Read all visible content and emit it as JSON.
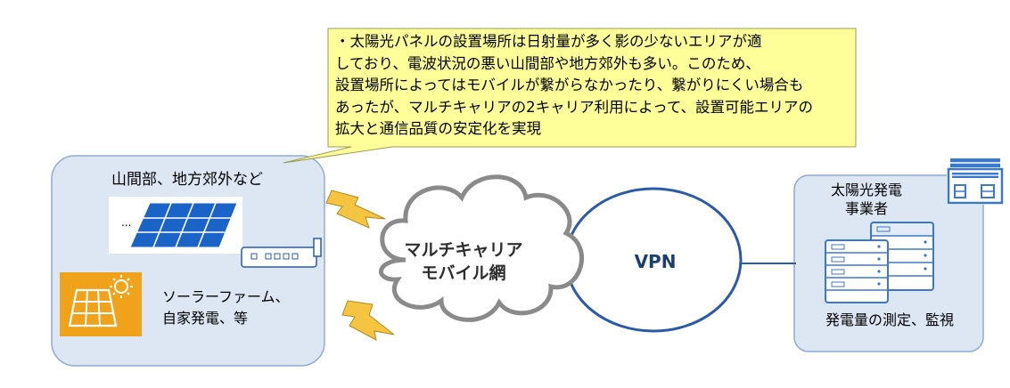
{
  "callout": {
    "lines": [
      "・太陽光パネルの設置場所は日射量が多く影の少ないエリアが適",
      "しており、電波状況の悪い山間部や地方郊外も多い。このため、",
      "設置場所によってはモバイルが繋がらなかったり、繋がりにくい場合も",
      "あったが、マルチキャリアの2キャリア利用によって、設置可能エリアの",
      "拡大と通信品質の安定化を実現"
    ]
  },
  "site": {
    "title": "山間部、地方郊外など",
    "dots": "...",
    "solar_label_line1": "ソーラーファーム、",
    "solar_label_line2": "自家発電、等"
  },
  "network": {
    "cloud_line1": "マルチキャリア",
    "cloud_line2": "モバイル網",
    "vpn": "VPN"
  },
  "operator": {
    "title_line1": "太陽光発電",
    "title_line2": "事業者",
    "caption": "発電量の測定、監視"
  },
  "colors": {
    "box_fill": "#dce7f3",
    "box_stroke": "#8eaad1",
    "callout_fill": "#ffff99",
    "solar_icon_bg": "#f0a21a",
    "panel_blue": "#1a64c8",
    "vpn_stroke": "#2a5ba8",
    "cloud_stroke": "#888888",
    "lightning": "#f5c542"
  },
  "icons": [
    "solar-panel-icon",
    "router-icon",
    "solar-farm-icon",
    "lightning-icon",
    "building-icon",
    "server-icon"
  ]
}
